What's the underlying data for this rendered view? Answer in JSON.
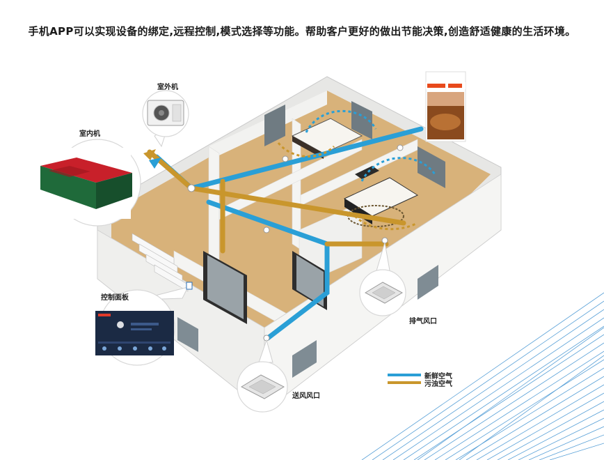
{
  "headline": "手机APP可以实现设备的绑定,远程控制,模式选择等功能。帮助客户更好的做出节能决策,创造舒适健康的生活环境。",
  "labels": {
    "outdoor_unit": "室外机",
    "indoor_unit": "室内机",
    "control_panel": "控制面板",
    "exhaust_vent": "排气风口",
    "supply_vent": "送风风口"
  },
  "legend": [
    {
      "label": "新鲜空气",
      "color": "#2a9fd6"
    },
    {
      "label": "污浊空气",
      "color": "#c9962c"
    }
  ],
  "colors": {
    "fresh_air": "#2a9fd6",
    "stale_air": "#c9962c",
    "indoor_unit_top": "#c8202a",
    "indoor_unit_side": "#1f6a3a",
    "floor": "#d8b27a",
    "wall": "#f2f2f0",
    "deco_lines": "#3a8fd0"
  }
}
